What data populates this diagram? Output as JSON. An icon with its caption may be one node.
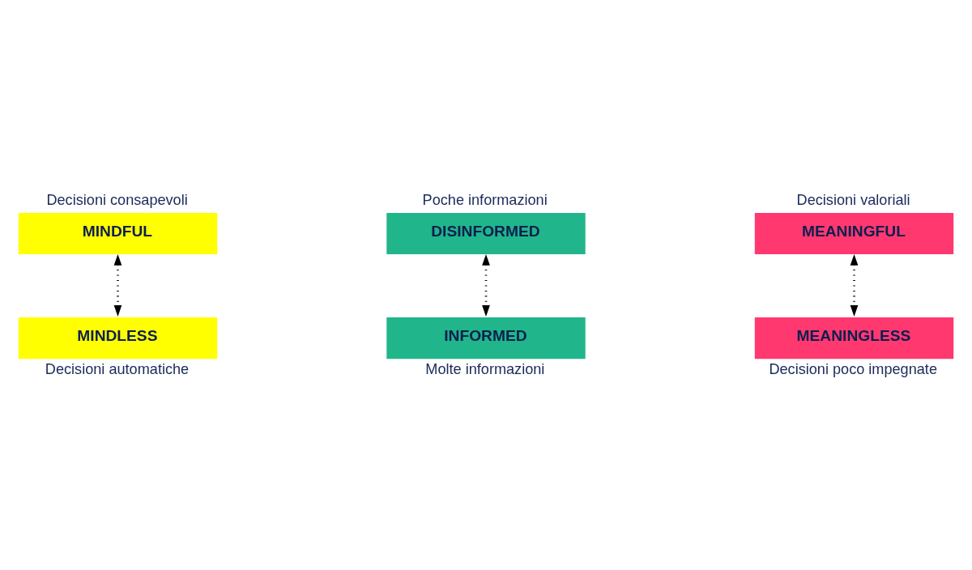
{
  "diagram": {
    "nodes": [
      {
        "text": [
          "MINDFUL"
        ],
        "beside": [
          "Decisioni consapevoli"
        ]
      },
      {
        "text": [
          "DISINFORMED"
        ],
        "beside": [
          "Poche informazioni"
        ]
      },
      {
        "text": [
          "MEANINGFUL"
        ],
        "beside": [
          "Decisioni valoriali"
        ]
      },
      {
        "text": [
          "MEANINGLESS"
        ],
        "beside": [
          "Decisioni poco impegnate"
        ]
      },
      {
        "text": [
          "INFORMED"
        ],
        "beside": [
          "Molte informazioni"
        ]
      },
      {
        "text": [
          "MINDLESS"
        ],
        "beside": [
          "Decisioni automatiche"
        ]
      }
    ],
    "edges": [
      {
        "from": 0,
        "to": 5,
        "arrow": "both"
      },
      {
        "from": 1,
        "to": 4,
        "arrow": "both"
      },
      {
        "from": 2,
        "to": 3,
        "arrow": "both"
      }
    ]
  }
}
